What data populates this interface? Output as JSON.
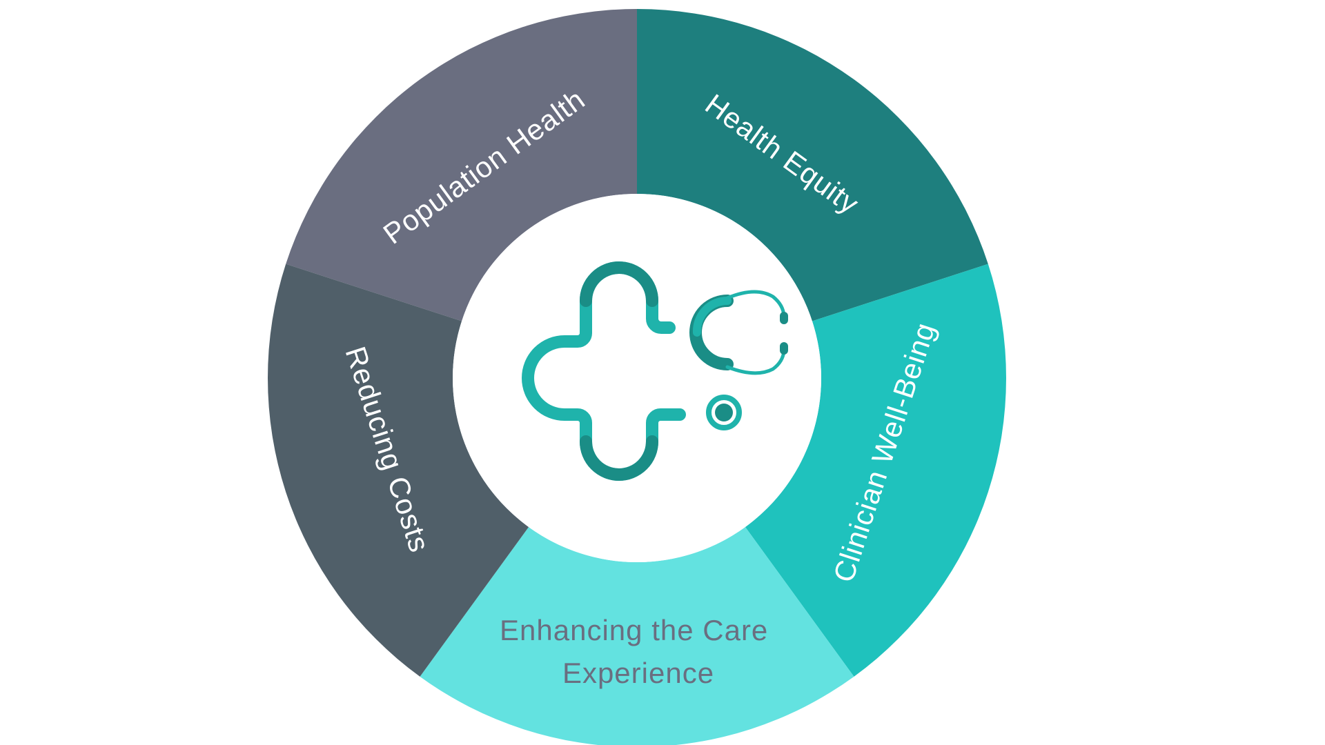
{
  "diagram": {
    "segments": [
      {
        "id": "population-health",
        "label": "Population Health",
        "color": "#6a6e80",
        "text_color": "#ffffff"
      },
      {
        "id": "health-equity",
        "label": "Health Equity",
        "color": "#1e7f7e",
        "text_color": "#ffffff"
      },
      {
        "id": "clinician-well-being",
        "label": "Clinician Well-Being",
        "color": "#1fc2bd",
        "text_color": "#ffffff"
      },
      {
        "id": "enhancing-care-experience",
        "label_lines": [
          "Enhancing the Care",
          "Experience"
        ],
        "color": "#63e2e0",
        "text_color": "#6a6e80"
      },
      {
        "id": "reducing-costs",
        "label": "Reducing Costs",
        "color": "#505f69",
        "text_color": "#ffffff"
      }
    ],
    "center": {
      "icon": "medical-cross-stethoscope-icon",
      "colors": [
        "#1fb3ab",
        "#1a8d86"
      ]
    }
  }
}
